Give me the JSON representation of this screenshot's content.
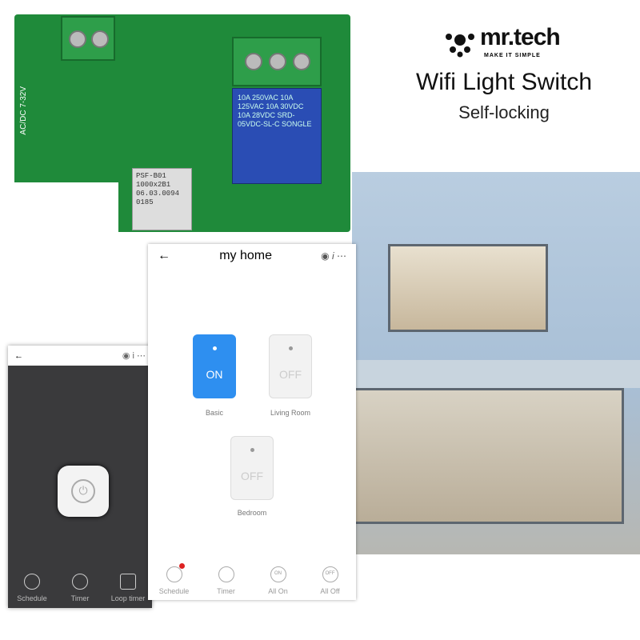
{
  "brand": {
    "name": "mr.tech",
    "tagline": "MAKE IT SIMPLE"
  },
  "product": {
    "title": "Wifi Light Switch",
    "subtitle": "Self-locking"
  },
  "pcb": {
    "voltage": "AC/DC 7-32V",
    "relay_text": "10A 250VAC 10A 125VAC 10A 30VDC 10A 28VDC SRD-05VDC-SL-C SONGLE",
    "module_text": "PSF-B01 1000x2B1 06.03.0094 0185"
  },
  "main_app": {
    "title": "my home",
    "back_icon": "arrow-left-icon",
    "icons": [
      "camera-icon",
      "info-icon",
      "more-icon"
    ],
    "switches": [
      {
        "label": "Basic",
        "state": "ON",
        "on": true
      },
      {
        "label": "Living Room",
        "state": "OFF",
        "on": false
      },
      {
        "label": "Bedroom",
        "state": "OFF",
        "on": false
      }
    ],
    "bottom": [
      {
        "label": "Schedule",
        "icon": "alarm-clock-icon",
        "badge": true
      },
      {
        "label": "Timer",
        "icon": "stopwatch-icon"
      },
      {
        "label": "All On",
        "icon": "all-on-icon",
        "glyph": "ON"
      },
      {
        "label": "All Off",
        "icon": "all-off-icon",
        "glyph": "OFF"
      }
    ]
  },
  "switch_app": {
    "back": "←",
    "bottom": [
      {
        "label": "Schedule",
        "icon": "alarm-clock-icon"
      },
      {
        "label": "Timer",
        "icon": "stopwatch-icon"
      },
      {
        "label": "Loop timer",
        "icon": "loop-icon"
      }
    ],
    "power_icon": "power-icon"
  },
  "colors": {
    "pcb": "#1f8a3a",
    "accent": "#2e8ff0",
    "dark": "#3a3a3c"
  }
}
